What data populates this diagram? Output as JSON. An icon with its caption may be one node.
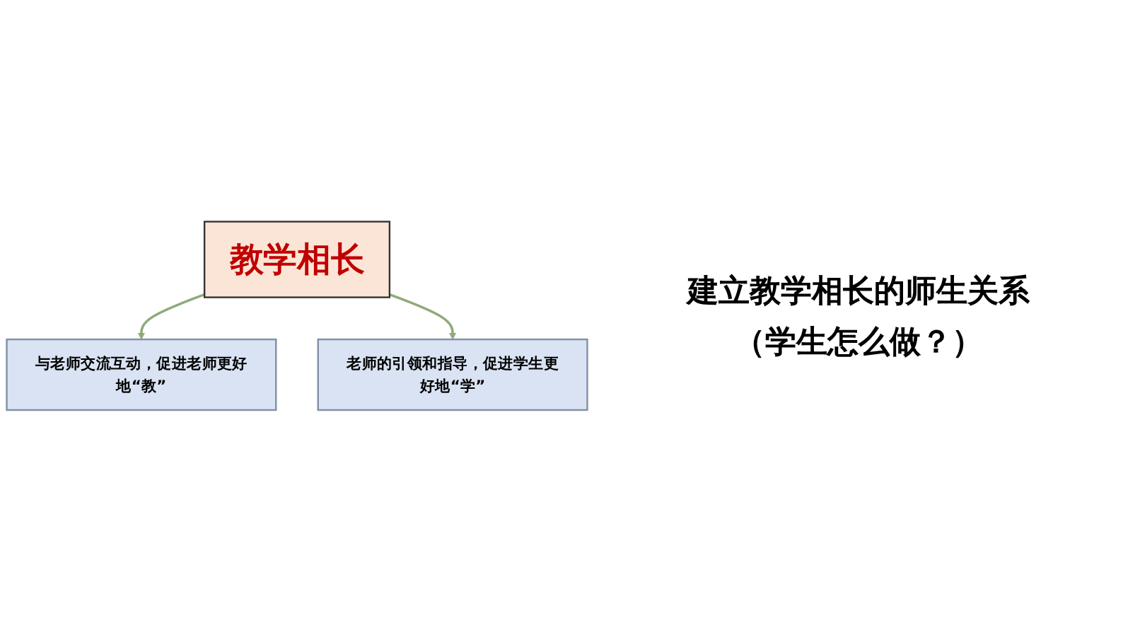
{
  "diagram": {
    "nodes": [
      {
        "text": [
          "与老师交流互动，促进老师更好地“教”"
        ]
      },
      {
        "text": [
          "教学相长"
        ]
      },
      {
        "text": [
          "老师的引领和指导，促进学生更好地“学”"
        ]
      }
    ],
    "edges": [
      {
        "from": 1,
        "to": 0,
        "arrow": "to"
      },
      {
        "from": 1,
        "to": 2,
        "arrow": "to"
      }
    ],
    "labels": [
      "建立教学相长的师生关系",
      "（学生怎么做？）"
    ]
  }
}
